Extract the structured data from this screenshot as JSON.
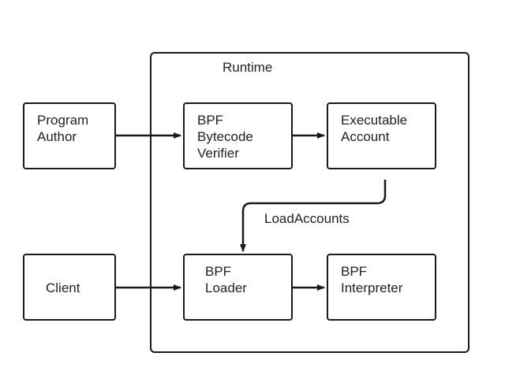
{
  "container": {
    "label": "Runtime"
  },
  "nodes": {
    "program_author": {
      "label": "Program\nAuthor"
    },
    "bytecode_verifier": {
      "label": "BPF\nBytecode\nVerifier"
    },
    "executable_account": {
      "label": "Executable\nAccount"
    },
    "client": {
      "label": "Client"
    },
    "bpf_loader": {
      "label": "BPF\nLoader"
    },
    "bpf_interpreter": {
      "label": "BPF\nInterpreter"
    }
  },
  "edges": {
    "load_accounts_label": "LoadAccounts"
  },
  "colors": {
    "stroke": "#1a1a1a",
    "text": "#222222",
    "background": "#ffffff"
  }
}
